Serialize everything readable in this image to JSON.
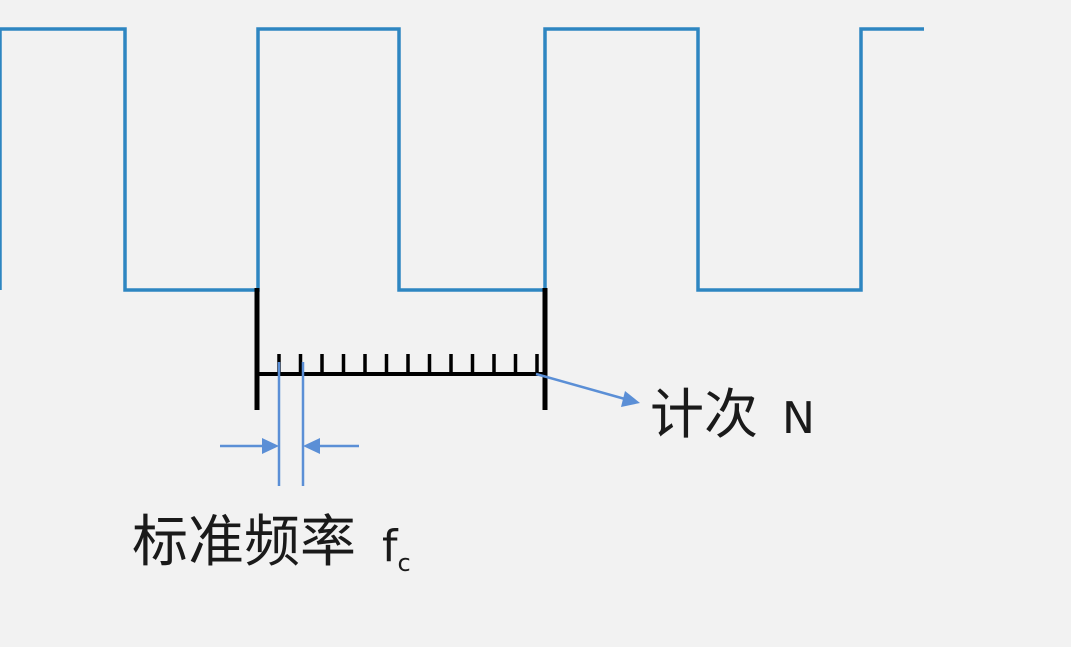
{
  "colors": {
    "background": "#f2f2f2",
    "square_wave": "#2e86c1",
    "gate_and_scale": "#000000",
    "arrows": "#5b8fd6",
    "text": "#1a1a1a"
  },
  "labels": {
    "count_text": "计次",
    "count_var": "N",
    "freq_text": "标准频率",
    "freq_var": "f",
    "freq_sub": "c"
  },
  "scale": {
    "tick_count": 13
  }
}
